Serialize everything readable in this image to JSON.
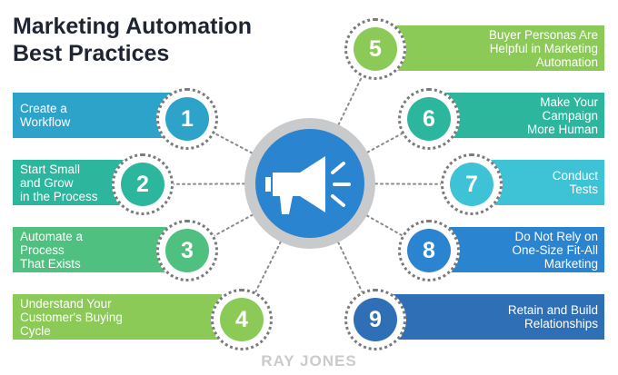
{
  "title_lines": [
    "Marketing Automation",
    "Best Practices"
  ],
  "hub": {
    "icon": "megaphone-icon",
    "fill": "#2a84d0"
  },
  "colors": {
    "teal_blue": "#2ea3c9",
    "teal": "#2cb69e",
    "green": "#4fc07f",
    "light_green": "#8cca57",
    "cyan": "#3ec2d6",
    "blue": "#2a84d0",
    "dark_blue": "#2f6fb6"
  },
  "steps": [
    {
      "number": "1",
      "lines": [
        "Create a",
        "Workflow"
      ],
      "color": "#2ea3c9"
    },
    {
      "number": "2",
      "lines": [
        "Start Small",
        "and Grow",
        "in the Process"
      ],
      "color": "#2cb69e"
    },
    {
      "number": "3",
      "lines": [
        "Automate a",
        "Process",
        "That Exists"
      ],
      "color": "#4fc07f"
    },
    {
      "number": "4",
      "lines": [
        "Understand Your",
        "Customer's Buying",
        "Cycle"
      ],
      "color": "#8cca57"
    },
    {
      "number": "5",
      "lines": [
        "Buyer Personas Are",
        "Helpful in Marketing",
        "Automation"
      ],
      "color": "#8cca57"
    },
    {
      "number": "6",
      "lines": [
        "Make Your",
        "Campaign",
        "More Human"
      ],
      "color": "#2cb69e"
    },
    {
      "number": "7",
      "lines": [
        "Conduct",
        "Tests"
      ],
      "color": "#3ec2d6"
    },
    {
      "number": "8",
      "lines": [
        "Do Not Rely on",
        "One-Size Fit-All",
        "Marketing"
      ],
      "color": "#2a84d0"
    },
    {
      "number": "9",
      "lines": [
        "Retain and Build",
        "Relationships"
      ],
      "color": "#2f6fb6"
    }
  ],
  "footer": "RAY JONES"
}
